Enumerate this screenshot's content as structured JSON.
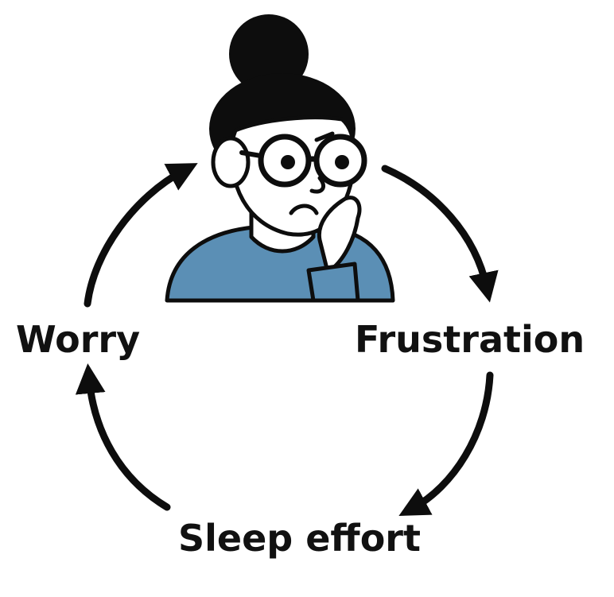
{
  "cycle": {
    "nodes": [
      {
        "id": "worry",
        "label": "Worry"
      },
      {
        "id": "frustration",
        "label": "Frustration"
      },
      {
        "id": "sleep_effort",
        "label": "Sleep effort"
      }
    ],
    "edges": [
      {
        "from": "worry",
        "to": "frustration",
        "note": "via figure at top"
      },
      {
        "from": "frustration",
        "to": "sleep_effort"
      },
      {
        "from": "sleep_effort",
        "to": "worry"
      }
    ]
  },
  "figure": {
    "icon": "worried-person-with-glasses-icon",
    "shirt_color": "#5b8fb5",
    "hair_color": "#0d0d0d"
  },
  "colors": {
    "stroke": "#0d0d0d",
    "background": "#ffffff"
  }
}
